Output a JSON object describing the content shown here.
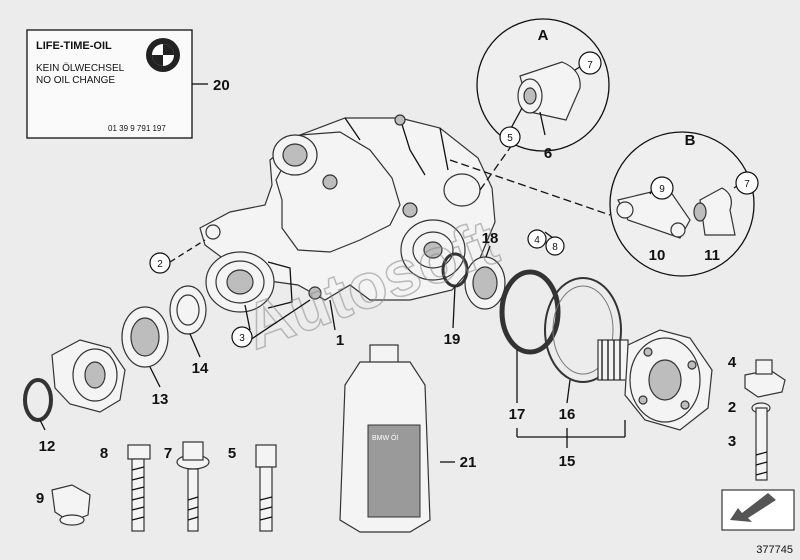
{
  "oil_label": {
    "title": "LIFE-TIME-OIL",
    "line1": "KEIN ÖLWECHSEL",
    "line2": "NO OIL CHANGE",
    "part_code": "01 39 9 791 197",
    "logo_text": "BMW"
  },
  "oil_bottle": {
    "brand_label": "BMW Öl"
  },
  "detail_views": {
    "a": "A",
    "b": "B"
  },
  "watermark": "Autosoft",
  "image_id": "377745",
  "callouts": {
    "c2": "2",
    "c3": "3",
    "c4": "4",
    "c5": "5",
    "c6": "6",
    "c7": "7",
    "c8": "8",
    "c9": "9",
    "c10": "10",
    "c11": "11",
    "c12": "12",
    "c13": "13",
    "c14": "14",
    "c15": "15",
    "c16": "16",
    "c17": "17",
    "c18": "18",
    "c19": "19",
    "c20": "20",
    "c21": "21"
  }
}
